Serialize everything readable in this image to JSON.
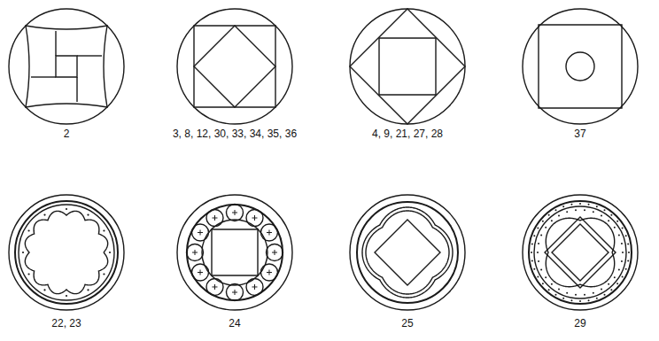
{
  "diagram": {
    "labels": [
      "2",
      "3, 8, 12, 30, 33, 34, 35, 36",
      "4, 9, 21, 27, 28",
      "37",
      "22, 23",
      "24",
      "25",
      "29"
    ]
  }
}
